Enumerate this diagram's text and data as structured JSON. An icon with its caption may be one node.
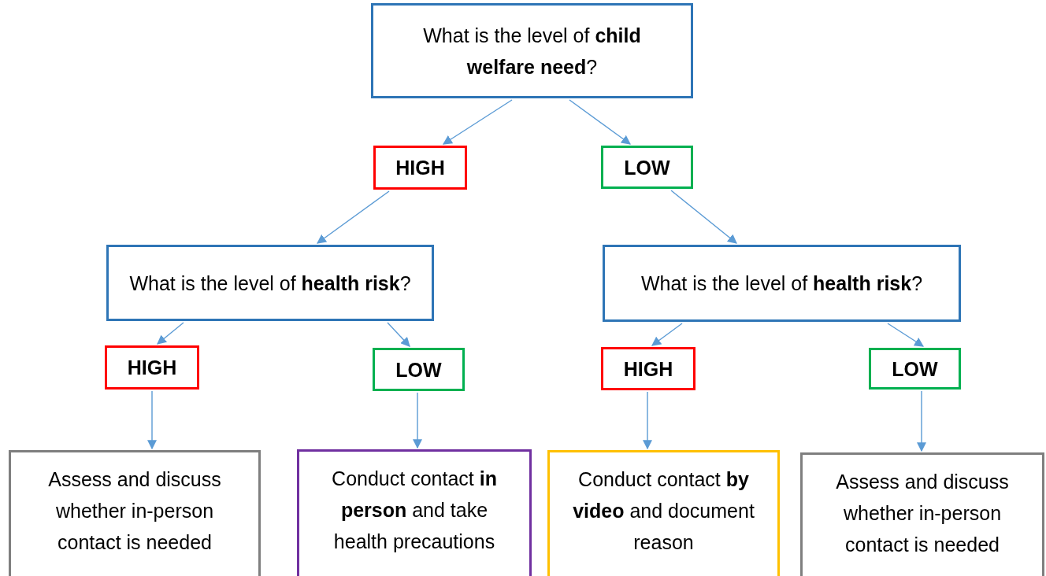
{
  "diagram": {
    "nodes": [
      {
        "text": [
          "What is the level of **child welfare need**?"
        ]
      },
      {
        "text": [
          "HIGH"
        ]
      },
      {
        "text": [
          "LOW"
        ]
      },
      {
        "text": [
          "What is the level of **health risk**?"
        ]
      },
      {
        "text": [
          "What is the level of **health risk**?"
        ]
      },
      {
        "text": [
          "HIGH"
        ]
      },
      {
        "text": [
          "LOW"
        ]
      },
      {
        "text": [
          "HIGH"
        ]
      },
      {
        "text": [
          "LOW"
        ]
      },
      {
        "text": [
          "Assess and discuss whether in-person contact is needed"
        ]
      },
      {
        "text": [
          "Conduct contact **in person** and take health precautions"
        ]
      },
      {
        "text": [
          "Conduct contact **by video** and document reason"
        ]
      },
      {
        "text": [
          "Assess and discuss whether in-person contact is needed"
        ]
      }
    ],
    "edges": [
      {
        "from": 0,
        "to": 1,
        "arrow": "to"
      },
      {
        "from": 0,
        "to": 2,
        "arrow": "to"
      },
      {
        "from": 1,
        "to": 3,
        "arrow": "to"
      },
      {
        "from": 2,
        "to": 4,
        "arrow": "to"
      },
      {
        "from": 3,
        "to": 5,
        "arrow": "to"
      },
      {
        "from": 3,
        "to": 6,
        "arrow": "to"
      },
      {
        "from": 4,
        "to": 7,
        "arrow": "to"
      },
      {
        "from": 4,
        "to": 8,
        "arrow": "to"
      },
      {
        "from": 5,
        "to": 9,
        "arrow": "to"
      },
      {
        "from": 6,
        "to": 10,
        "arrow": "to"
      },
      {
        "from": 7,
        "to": 11,
        "arrow": "to"
      },
      {
        "from": 8,
        "to": 12,
        "arrow": "to"
      }
    ]
  }
}
